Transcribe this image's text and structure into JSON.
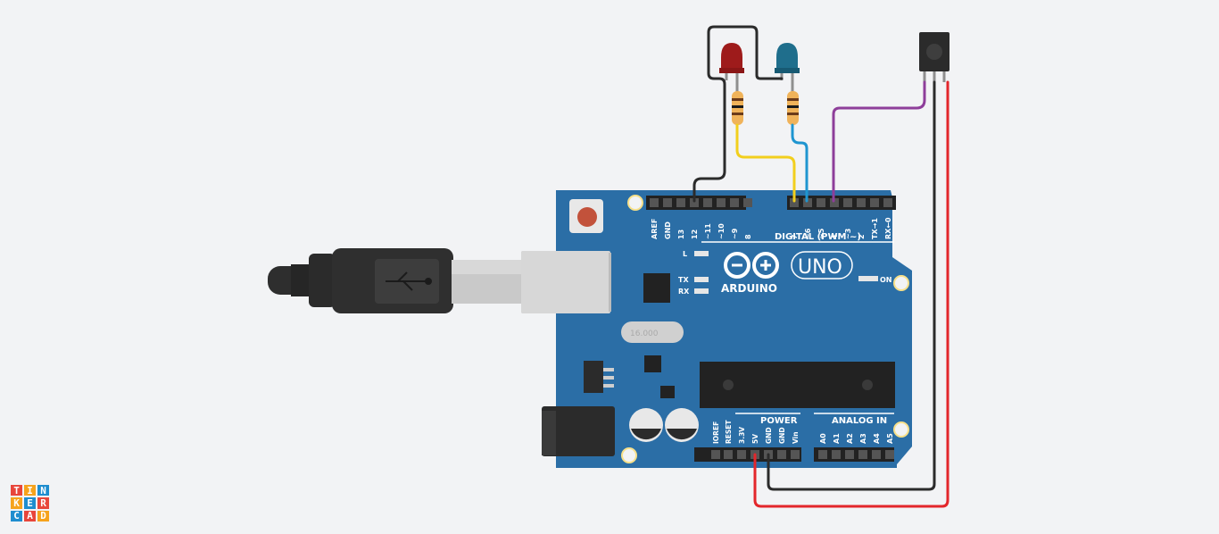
{
  "board": {
    "logo_text": "ARDUINO",
    "model": "UNO",
    "digital_header": "DIGITAL (PWM ~)",
    "power_header": "POWER",
    "analog_header": "ANALOG IN",
    "on_label": "ON",
    "l_label": "L",
    "tx_label": "TX",
    "rx_label": "RX",
    "crystal_label": "16.000",
    "digital_pins": [
      "AREF",
      "GND",
      "13",
      "12",
      "~11",
      "~10",
      "~9",
      "8",
      "7",
      "~6",
      "~5",
      "4",
      "~3",
      "2",
      "TX→1",
      "RX←0"
    ],
    "power_pins": [
      "IOREF",
      "RESET",
      "3.3V",
      "5V",
      "GND",
      "GND",
      "Vin"
    ],
    "analog_pins": [
      "A0",
      "A1",
      "A2",
      "A3",
      "A4",
      "A5"
    ]
  },
  "components": {
    "led1": "red-led",
    "led2": "blue-led",
    "sensor": "ir-receiver"
  },
  "colors": {
    "board": "#2b6ea6",
    "wire_black": "#2b2b2b",
    "wire_red": "#e3262b",
    "wire_yellow": "#f2cf1d",
    "wire_blue": "#1f95d0",
    "wire_purple": "#8e3e9a",
    "background": "#f2f3f5"
  },
  "brand": {
    "letters": [
      "T",
      "I",
      "N",
      "K",
      "E",
      "R",
      "C",
      "A",
      "D"
    ],
    "colors": [
      "#e8463b",
      "#f6a31c",
      "#1e8dcf",
      "#f6a31c",
      "#1e8dcf",
      "#e8463b",
      "#1e8dcf",
      "#e8463b",
      "#f6a31c"
    ]
  }
}
